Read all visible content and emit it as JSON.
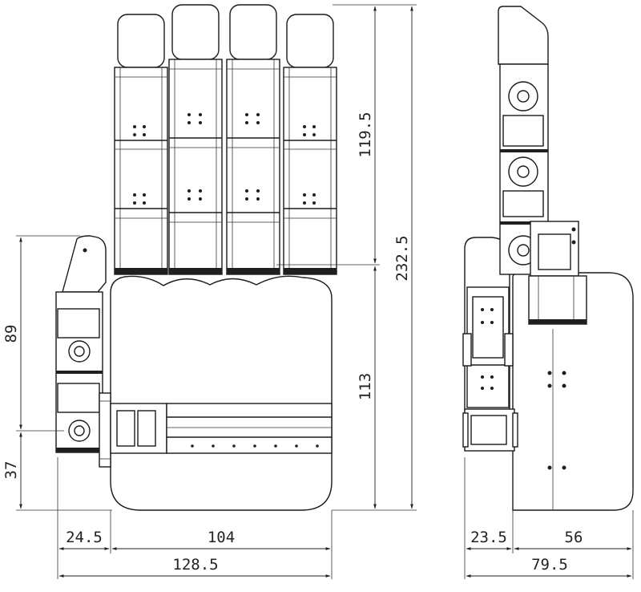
{
  "dimensions": {
    "finger_length": "119.5",
    "total_height": "232.5",
    "palm_height": "113",
    "thumb_height": "89",
    "thumb_base": "37",
    "thumb_offset": "24.5",
    "palm_width": "104",
    "total_width": "128.5",
    "side_front": "23.5",
    "side_back": "56",
    "side_total": "79.5"
  }
}
